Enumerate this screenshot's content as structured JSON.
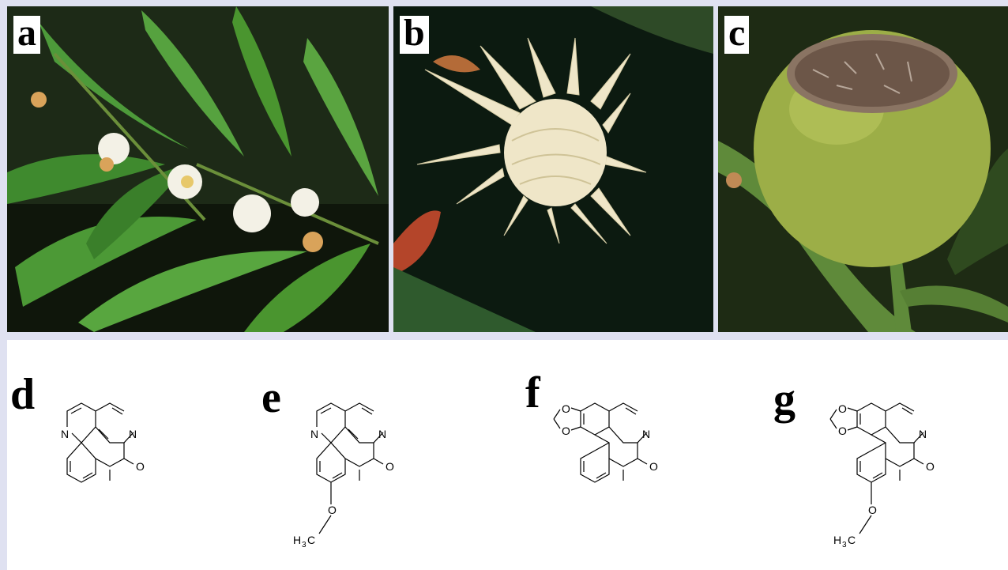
{
  "panels": {
    "a": {
      "label": "a"
    },
    "b": {
      "label": "b"
    },
    "c": {
      "label": "c"
    },
    "d": {
      "label": "d"
    },
    "e": {
      "label": "e"
    },
    "f": {
      "label": "f"
    },
    "g": {
      "label": "g"
    }
  },
  "atoms": {
    "nitrogen": "N",
    "oxygen": "O",
    "methyl": "H",
    "methyl_sub": "3",
    "carbon": "C"
  },
  "colors": {
    "background": "#dfe1f1",
    "leaf": "#3f8a2e",
    "fruit": "#9cae47",
    "flower": "#efe6c8"
  }
}
